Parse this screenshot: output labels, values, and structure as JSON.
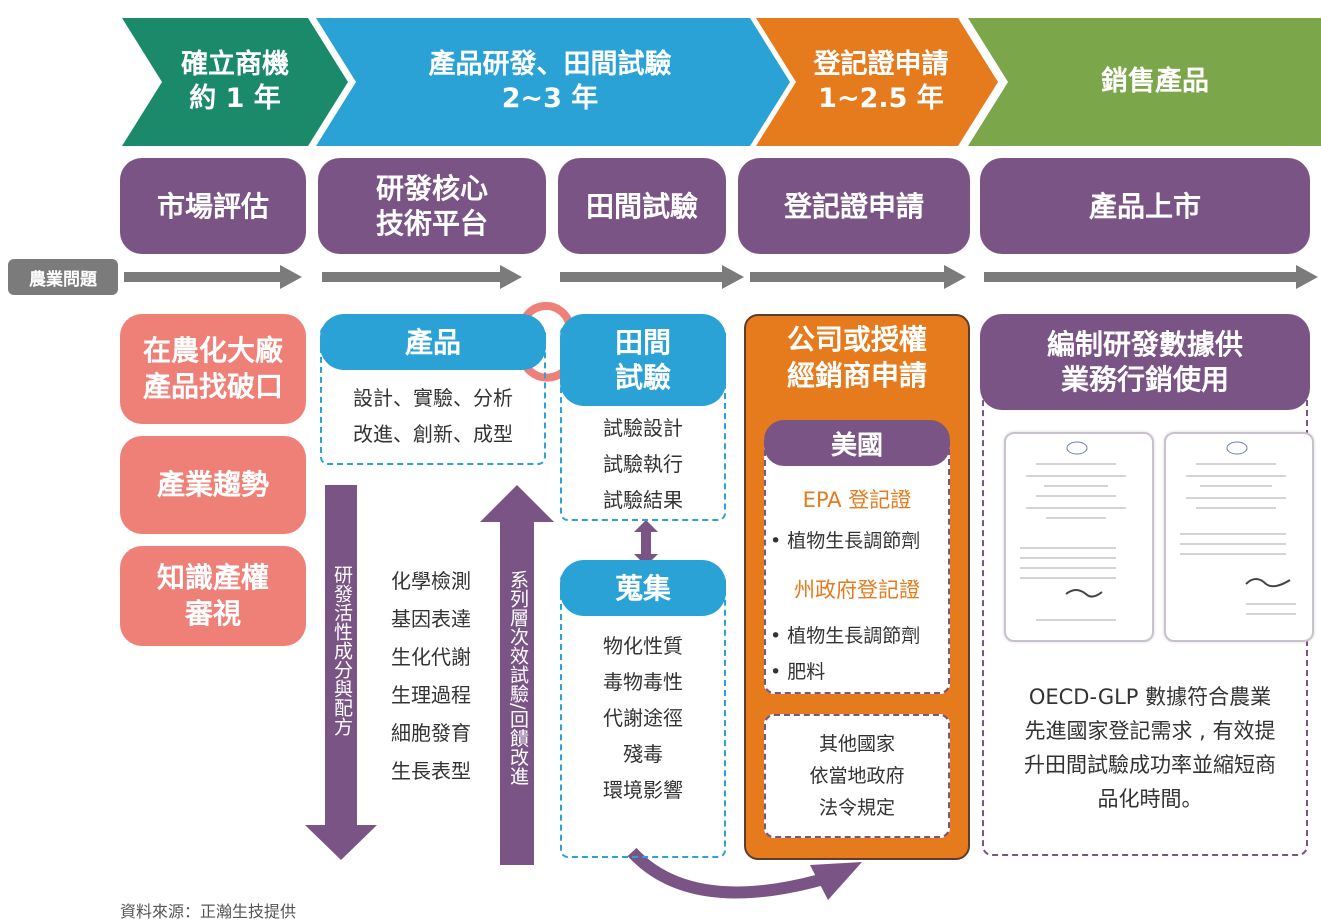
{
  "stages": [
    {
      "line1": "確立商機",
      "line2": "約 1 年",
      "color": "#1a8a6b"
    },
    {
      "line1": "產品研發、田間試驗",
      "line2": "2~3 年",
      "color": "#2aa2d6"
    },
    {
      "line1": "登記證申請",
      "line2": "1~2.5 年",
      "color": "#e57b1d"
    },
    {
      "line1": "銷售產品",
      "line2": "",
      "color": "#7ca64a"
    }
  ],
  "phases": [
    {
      "label": "市場評估"
    },
    {
      "line1": "研發核心",
      "line2": "技術平台"
    },
    {
      "label": "田間試驗"
    },
    {
      "label": "登記證申請"
    },
    {
      "label": "產品上市"
    }
  ],
  "flow_label": "農業問題",
  "issues": [
    {
      "line1": "在農化大廠",
      "line2": "產品找破口"
    },
    {
      "line1": "產業趨勢",
      "line2": ""
    },
    {
      "line1": "知識產權",
      "line2": "審視"
    }
  ],
  "product": {
    "title": "產品",
    "items": [
      "設計、實驗、分析",
      "改進、創新、成型"
    ]
  },
  "research_down_label": "研發活性成分與配方",
  "research_list": [
    "化學檢測",
    "基因表達",
    "生化代謝",
    "生理過程",
    "細胞發育",
    "生長表型"
  ],
  "feedback_up_label": "系列層次效試驗/回饋改進",
  "field_trial": {
    "title1": "田間",
    "title2": "試驗",
    "items": [
      "試驗設計",
      "試驗執行",
      "試驗結果"
    ]
  },
  "collection": {
    "title": "蒐集",
    "items": [
      "物化性質",
      "毒物毒性",
      "代謝途徑",
      "殘毒",
      "環境影響"
    ]
  },
  "registration": {
    "title1": "公司或授權",
    "title2": "經銷商申請",
    "usa_title": "美國",
    "epa_label": "EPA 登記證",
    "epa_items": [
      "• 植物生長調節劑"
    ],
    "state_label": "州政府登記證",
    "state_items": [
      "• 植物生長調節劑",
      "• 肥料"
    ],
    "other": [
      "其他國家",
      "依當地政府",
      "法令規定"
    ]
  },
  "market": {
    "title1": "編制研發數據供",
    "title2": "業務行銷使用",
    "description": [
      "OECD-GLP 數據符合農業",
      "先進國家登記需求 , 有效提",
      "升田間試驗成功率並縮短商",
      "品化時間。"
    ]
  },
  "source": "資料來源：正瀚生技提供"
}
